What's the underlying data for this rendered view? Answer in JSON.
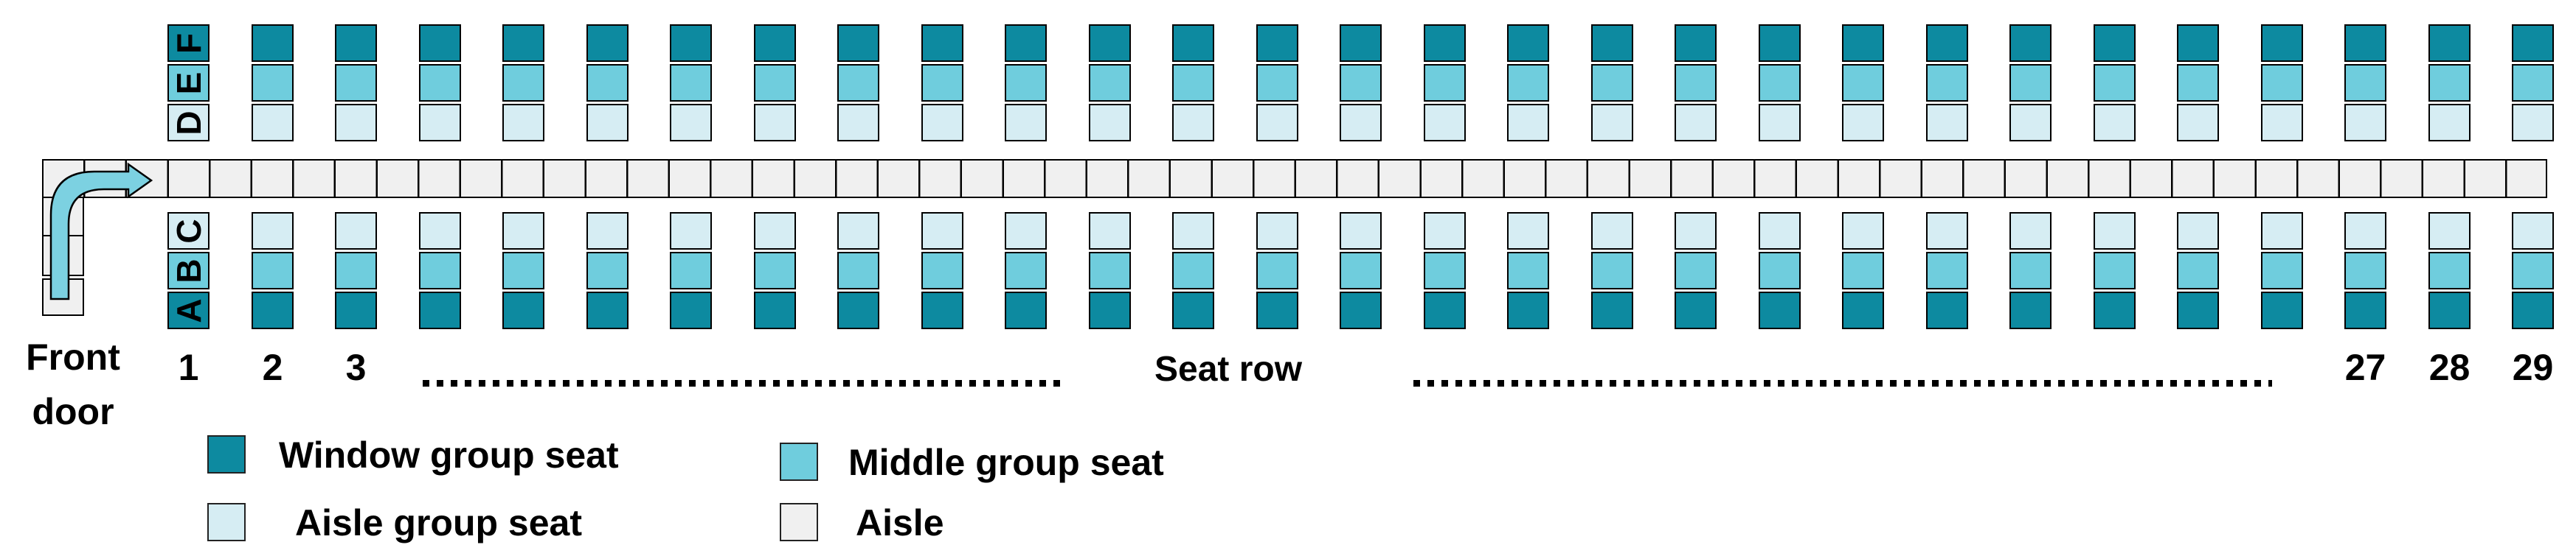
{
  "labels": {
    "front_door_line1": "Front",
    "front_door_line2": "door",
    "seat_row": "Seat row"
  },
  "colors": {
    "window_seat": "#0d8aa0",
    "middle_seat": "#6fcddd",
    "aisle_seat": "#d6edf3",
    "aisle": "#f0f0f0",
    "arrow": "#7cd1e1",
    "outline": "#000000"
  },
  "seat_map": {
    "columns": 29,
    "upper_block": [
      {
        "letter": "F",
        "type": "window_seat"
      },
      {
        "letter": "E",
        "type": "middle_seat"
      },
      {
        "letter": "D",
        "type": "aisle_seat"
      }
    ],
    "lower_block": [
      {
        "letter": "C",
        "type": "aisle_seat"
      },
      {
        "letter": "B",
        "type": "middle_seat"
      },
      {
        "letter": "A",
        "type": "window_seat"
      }
    ],
    "row_numbers_left": [
      "1",
      "2",
      "3"
    ],
    "row_numbers_right": [
      "27",
      "28",
      "29"
    ]
  },
  "legend": {
    "items": [
      {
        "label": "Window group seat",
        "color_key": "window_seat"
      },
      {
        "label": "Middle group seat",
        "color_key": "middle_seat"
      },
      {
        "label": "Aisle group seat",
        "color_key": "aisle_seat"
      },
      {
        "label": "Aisle",
        "color_key": "aisle"
      }
    ]
  }
}
